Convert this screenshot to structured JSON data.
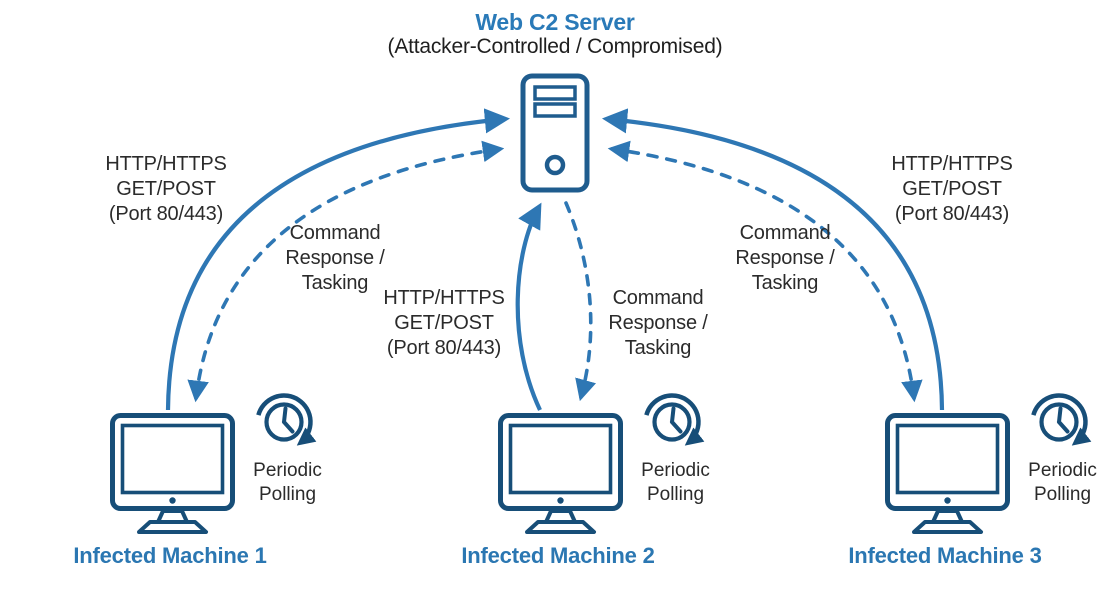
{
  "title": {
    "heading": "Web C2 Server",
    "subheading": "(Attacker-Controlled / Compromised)"
  },
  "edge_labels": {
    "left_protocol": "HTTP/HTTPS\nGET/POST\n(Port 80/443)",
    "left_command": "Command\nResponse /\nTasking",
    "mid_protocol": "HTTP/HTTPS\nGET/POST\n(Port 80/443)",
    "mid_command": "Command\nResponse /\nTasking",
    "right_protocol": "HTTP/HTTPS\nGET/POST\n(Port 80/443)",
    "right_command": "Command\nResponse /\nTasking"
  },
  "machines": [
    {
      "label": "Infected Machine 1",
      "polling": "Periodic\nPolling"
    },
    {
      "label": "Infected Machine 2",
      "polling": "Periodic\nPolling"
    },
    {
      "label": "Infected Machine 3",
      "polling": "Periodic\nPolling"
    }
  ],
  "icons": {
    "server": "server-tower-icon",
    "machine": "desktop-monitor-icon",
    "polling": "clock-refresh-icon"
  },
  "colors": {
    "arrow_blue": "#2e77b4",
    "icon_navy": "#174e78",
    "server_blue": "#1f5c8e",
    "title_blue": "#2a7ab8",
    "machine_label_blue": "#2b77b2",
    "text_dark": "#2b2b2b"
  }
}
